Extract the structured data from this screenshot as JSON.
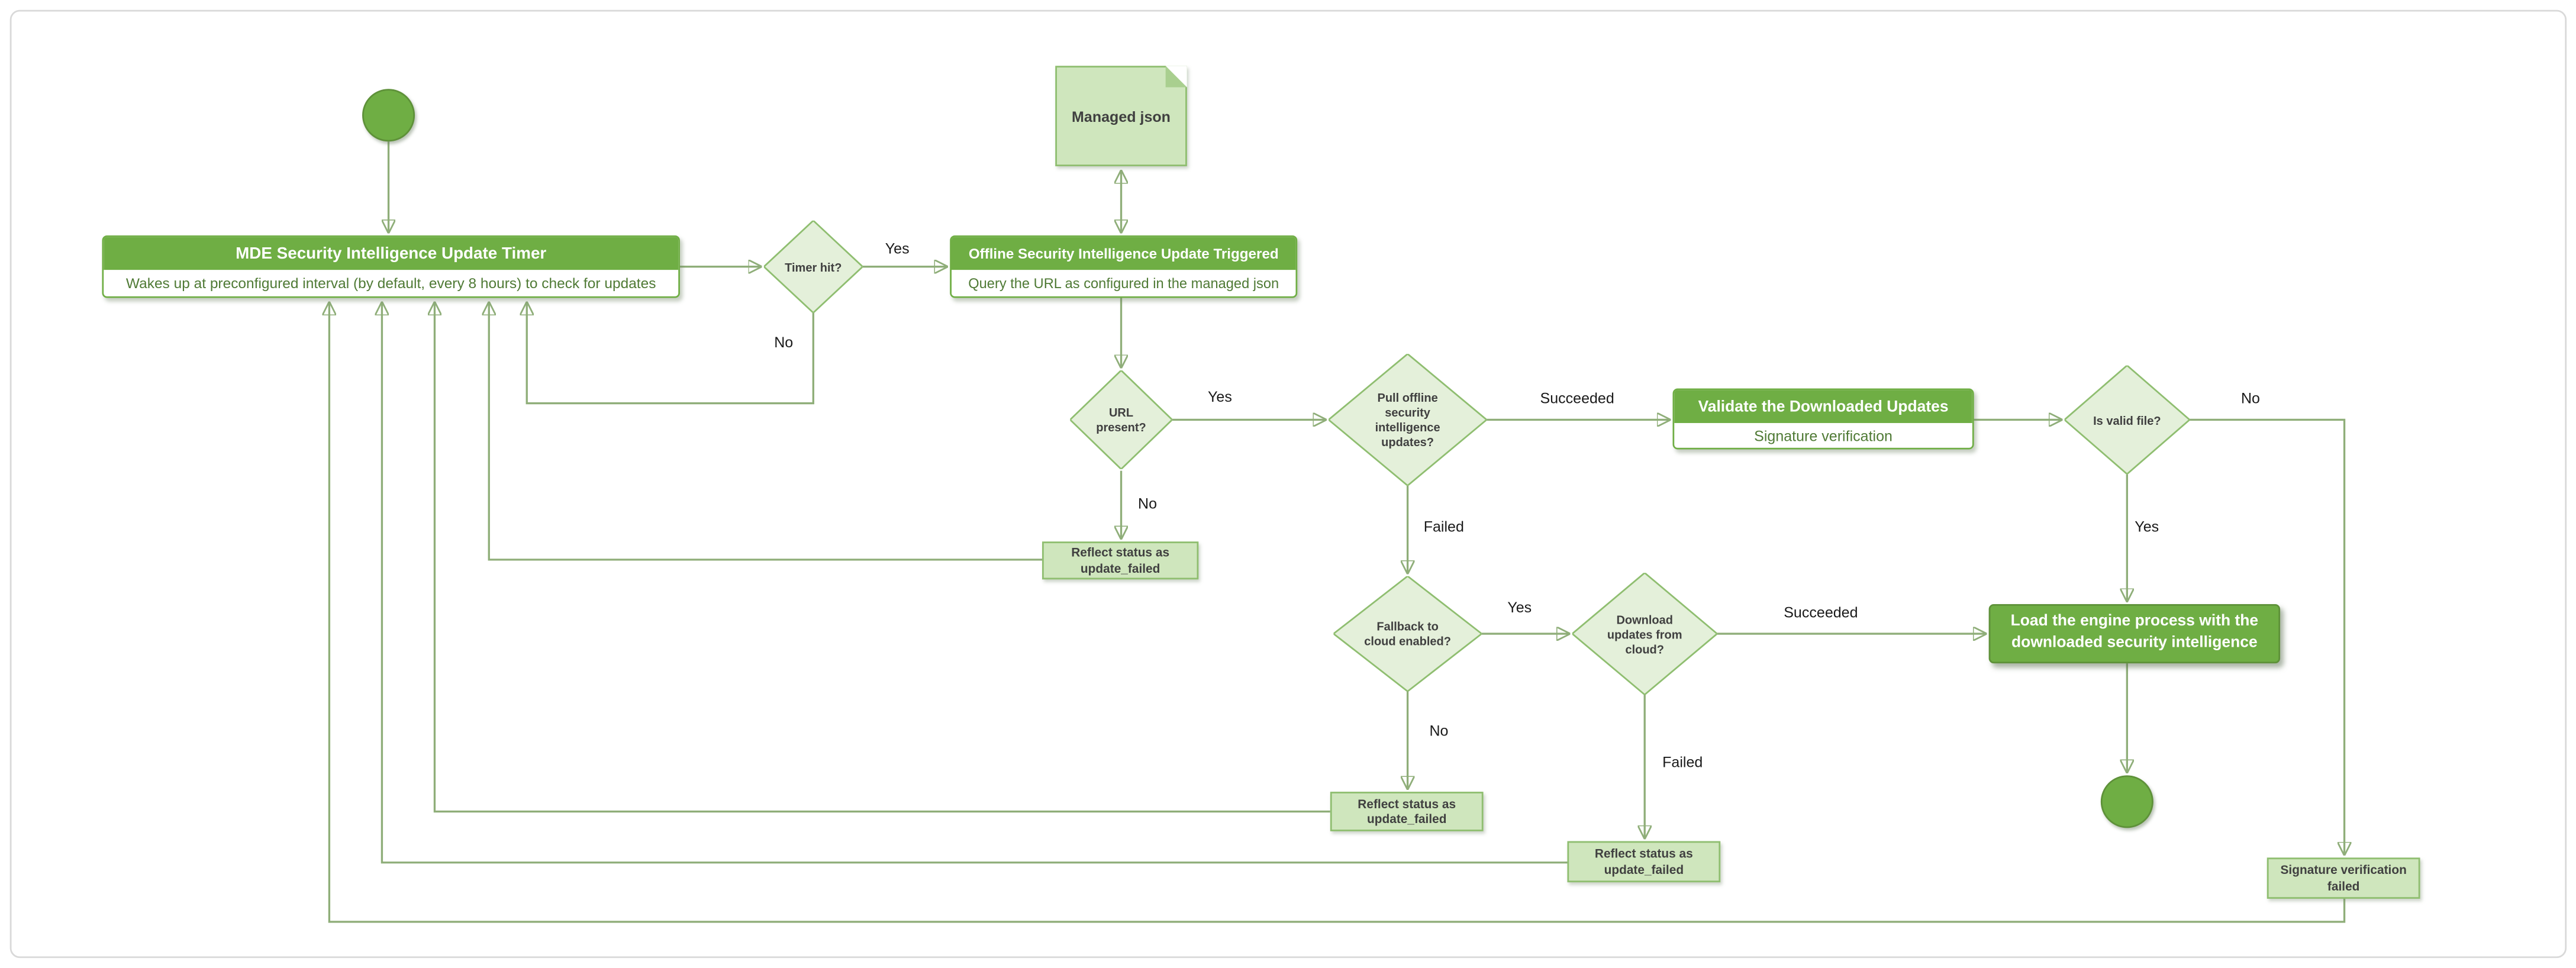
{
  "diagram": {
    "nodes": {
      "timer": {
        "title": "MDE Security Intelligence Update Timer",
        "body": "Wakes up at preconfigured interval (by default, every 8 hours) to check for updates"
      },
      "timer_hit": {
        "label": "Timer hit?"
      },
      "offline_update": {
        "title": "Offline Security Intelligence Update Triggered",
        "body": "Query the URL as configured in the managed json"
      },
      "managed_json": {
        "label": "Managed json"
      },
      "url_present": {
        "label": "URL present?"
      },
      "pull_updates": {
        "label": "Pull offline security intelligence updates?"
      },
      "validate": {
        "title": "Validate the Downloaded Updates",
        "body": "Signature verification"
      },
      "is_valid_file": {
        "label": "Is valid file?"
      },
      "reflect_update_failed_url": {
        "label": "Reflect status as update_failed"
      },
      "fallback_cloud": {
        "label": "Fallback to cloud enabled?"
      },
      "download_cloud": {
        "label": "Download updates from cloud?"
      },
      "load_engine": {
        "label": "Load the engine process with the downloaded security intelligence"
      },
      "reflect_update_failed_fallback": {
        "label": "Reflect status as update_failed"
      },
      "reflect_update_failed_cloud": {
        "label": "Reflect status as update_failed"
      },
      "signature_verification_failed": {
        "label": "Signature verification failed"
      }
    },
    "edge_labels": {
      "timer_hit_yes": "Yes",
      "timer_hit_no": "No",
      "url_present_yes": "Yes",
      "url_present_no": "No",
      "pull_succeeded": "Succeeded",
      "pull_failed": "Failed",
      "is_valid_no": "No",
      "is_valid_yes": "Yes",
      "fallback_yes": "Yes",
      "fallback_no": "No",
      "download_succeeded": "Succeeded",
      "download_failed": "Failed"
    },
    "colors": {
      "solid_fill": "#6fae44",
      "light_fill": "#cfe6bd",
      "diamond_fill": "#e4f0da",
      "connector": "#8fae79",
      "frame_border": "#d9d9d9"
    }
  }
}
